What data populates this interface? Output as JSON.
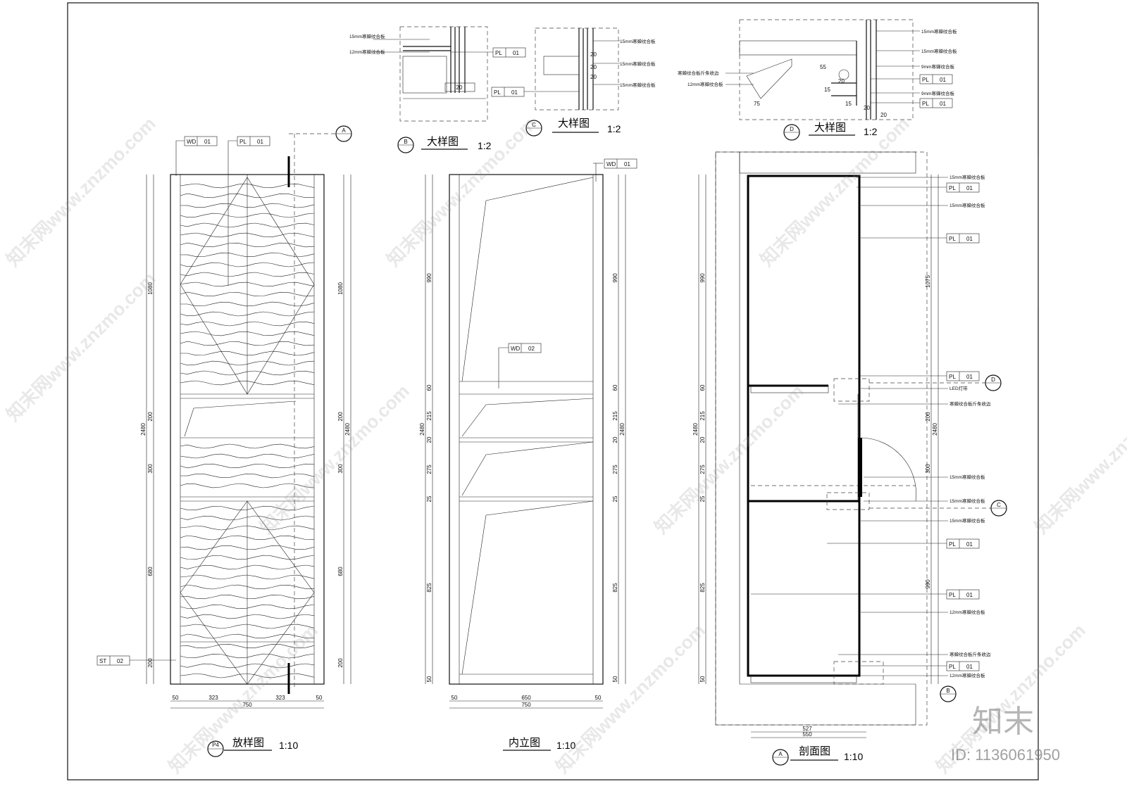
{
  "views": {
    "a_title": "放样图",
    "a_scale": "1:10",
    "a_marker": "P4",
    "b_title": "内立图",
    "b_scale": "1:10",
    "c_title": "剖面图",
    "c_scale": "1:10",
    "c_marker": "A",
    "detail_b_title": "大样图",
    "detail_b_scale": "1:2",
    "detail_b_marker": "B",
    "detail_c_title": "大样图",
    "detail_c_scale": "1:2",
    "detail_c_marker": "C",
    "detail_d_title": "大样图",
    "detail_d_scale": "1:2",
    "detail_d_marker": "D"
  },
  "section_markers": {
    "a": "A",
    "b": "B",
    "c": "C",
    "d": "D"
  },
  "tags": {
    "wd01": [
      "WD",
      "01"
    ],
    "pl01": [
      "PL",
      "01"
    ],
    "st02": [
      "ST",
      "02"
    ],
    "wd02": [
      "WD",
      "02"
    ]
  },
  "dims": {
    "height_total": "2480",
    "a_segments": [
      "1080",
      "200",
      "300",
      "680",
      "200"
    ],
    "b_segments": [
      "990",
      "60",
      "215",
      "20",
      "275",
      "25",
      "825",
      "50"
    ],
    "c_segments": [
      "990",
      "60",
      "215",
      "20",
      "275",
      "25",
      "825",
      "50"
    ],
    "c_right": [
      "1075",
      "200",
      "300",
      "990"
    ],
    "a_widths": [
      "50",
      "323",
      "323",
      "50"
    ],
    "a_total": "750",
    "b_widths": [
      "50",
      "650",
      "50"
    ],
    "b_total": "750",
    "c_widths": [
      "527",
      "550"
    ],
    "detail_b": [
      "20"
    ],
    "detail_c": [
      "20",
      "20",
      "20"
    ],
    "detail_d": [
      "75",
      "15",
      "20",
      "15",
      "20",
      "20",
      "55"
    ]
  },
  "notes": {
    "n15": "15mm寒蝉纹合板",
    "n12": "12mm寒蝉纹合板",
    "n9": "9mm寒蝉纹合板",
    "edge": "寒蝉纹合板斤条收边",
    "led": "LED灯带",
    "d_edge": "寒蝉纹合板斤条收边",
    "d_12": "12mm寒蝉纹合板"
  },
  "watermark": {
    "text": "知末网www.znzmo.com",
    "brand": "知末",
    "id": "ID: 1136061950"
  }
}
